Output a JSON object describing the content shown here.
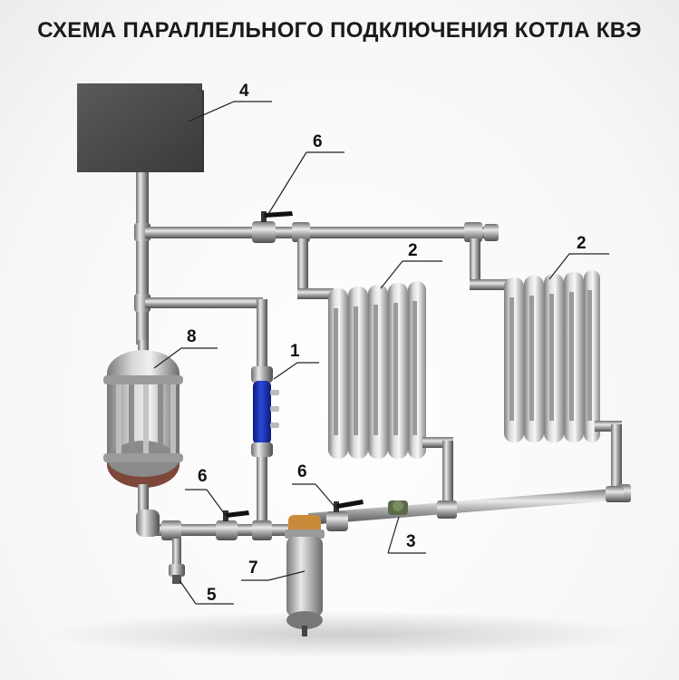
{
  "title": "СХЕМА ПАРАЛЛЕЛЬНОГО ПОДКЛЮЧЕНИЯ КОТЛА КВЭ",
  "callouts": {
    "c1": "1",
    "c2a": "2",
    "c2b": "2",
    "c3": "3",
    "c4": "4",
    "c5": "5",
    "c6a": "6",
    "c6b": "6",
    "c6c": "6",
    "c7": "7",
    "c8": "8"
  }
}
